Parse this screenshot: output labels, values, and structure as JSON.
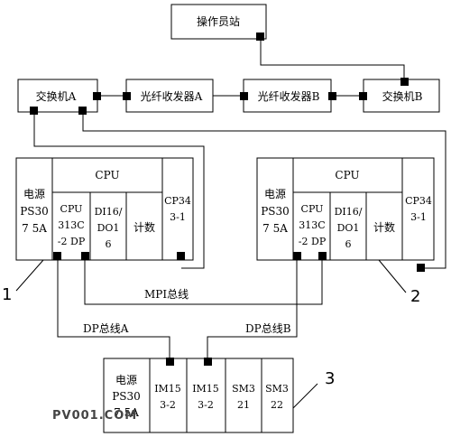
{
  "operator_station": "操作员站",
  "switch_a": "交换机A",
  "switch_b": "交换机B",
  "fiber_a": "光纤收发器A",
  "fiber_b": "光纤收发器B",
  "station1": {
    "psu": [
      "电源",
      "PS30",
      "7 5A"
    ],
    "cpu_header": "CPU",
    "cpu": [
      "CPU",
      "313C",
      "-2 DP"
    ],
    "dio": [
      "DI16/",
      "DO1",
      "6"
    ],
    "counter": "计数",
    "cp": [
      "CP34",
      "3-1"
    ],
    "number": "1"
  },
  "station2": {
    "psu": [
      "电源",
      "PS30",
      "7 5A"
    ],
    "cpu_header": "CPU",
    "cpu": [
      "CPU",
      "313C",
      "-2 DP"
    ],
    "dio": [
      "DI16/",
      "DO1",
      "6"
    ],
    "counter": "计数",
    "cp": [
      "CP34",
      "3-1"
    ],
    "number": "2"
  },
  "station3": {
    "psu": [
      "电源",
      "PS30",
      "7 5A"
    ],
    "im1": [
      "IM15",
      "3-2"
    ],
    "im2": [
      "IM15",
      "3-2"
    ],
    "sm1": [
      "SM3",
      "21"
    ],
    "sm2": [
      "SM3",
      "22"
    ],
    "number": "3"
  },
  "mpi_bus": "MPI总线",
  "dp_bus_a": "DP总线A",
  "dp_bus_b": "DP总线B",
  "watermark": "PV001.COM"
}
